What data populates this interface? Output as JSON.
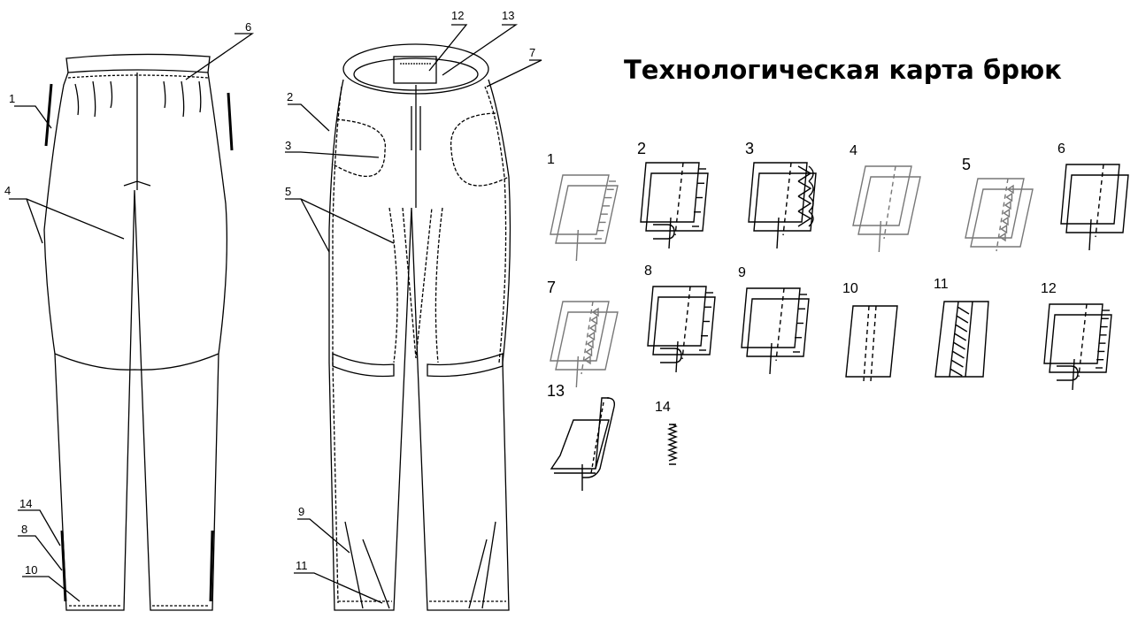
{
  "title": "Технологическая карта брюк",
  "front_view_labels": [
    "6",
    "1",
    "4",
    "14",
    "8",
    "10"
  ],
  "back_view_labels": [
    "12",
    "13",
    "7",
    "2",
    "3",
    "5",
    "9",
    "11"
  ],
  "seams": [
    {
      "number": "1",
      "icon": "overlock-edge-seam-icon"
    },
    {
      "number": "2",
      "icon": "double-fold-seam-icon"
    },
    {
      "number": "3",
      "icon": "overcast-loop-seam-icon"
    },
    {
      "number": "4",
      "icon": "plain-seam-icon"
    },
    {
      "number": "5",
      "icon": "flatlock-seam-icon"
    },
    {
      "number": "6",
      "icon": "lap-seam-icon"
    },
    {
      "number": "7",
      "icon": "chain-seam-icon"
    },
    {
      "number": "8",
      "icon": "fold-overlock-seam-icon"
    },
    {
      "number": "9",
      "icon": "edge-stitch-seam-icon"
    },
    {
      "number": "10",
      "icon": "double-topstitch-seam-icon"
    },
    {
      "number": "11",
      "icon": "zigzag-tape-seam-icon"
    },
    {
      "number": "12",
      "icon": "hem-overlock-seam-icon"
    },
    {
      "number": "13",
      "icon": "bound-edge-seam-icon"
    },
    {
      "number": "14",
      "icon": "zigzag-stitch-icon"
    }
  ]
}
